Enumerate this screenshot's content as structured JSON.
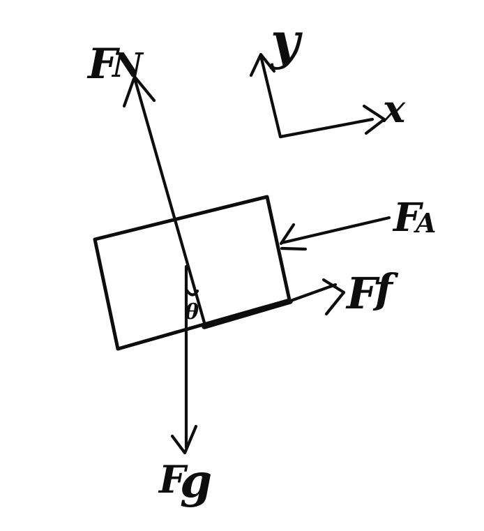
{
  "diagram": {
    "background_color": "#ffffff",
    "ink_color": "#0d0d0d",
    "labels": {
      "normal_force": {
        "main": "F",
        "sub": "N"
      },
      "applied_force": {
        "main": "F",
        "sub": "A"
      },
      "friction_force": {
        "main": "F",
        "sub": "f"
      },
      "gravity_force": {
        "main": "F",
        "sub": "g"
      },
      "axis_y": "y",
      "axis_x": "x",
      "angle": "θ"
    }
  }
}
